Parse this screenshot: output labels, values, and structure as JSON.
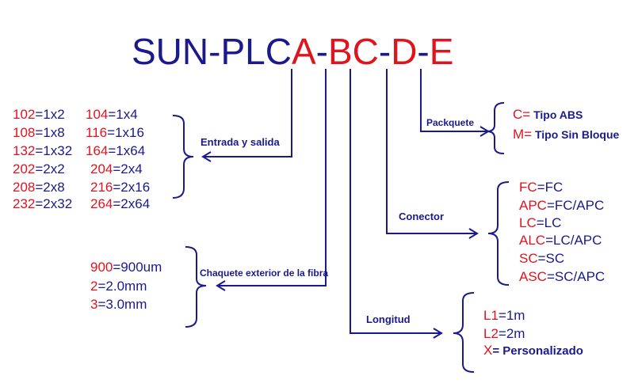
{
  "code": {
    "prefix": "SUN-PLC",
    "a": "A",
    "d1": "-",
    "bc": "BC",
    "d2": "-",
    "d": "D",
    "d3": "-",
    "e": "E"
  },
  "colors": {
    "navy": "#1a1a8c",
    "red": "#e0141e"
  },
  "labels": {
    "entrada": "Entrada y salida",
    "chaqueta": "Chaquete exterior de la fibra",
    "longitud": "Longitud",
    "conector": "Conector",
    "packquete": "Packquete"
  },
  "entrada_options": [
    {
      "code": "102",
      "value": "=1x2"
    },
    {
      "code": "104",
      "value": "=1x4"
    },
    {
      "code": "108",
      "value": "=1x8"
    },
    {
      "code": "116",
      "value": "=1x16"
    },
    {
      "code": "132",
      "value": "=1x32"
    },
    {
      "code": "164",
      "value": "=1x64"
    },
    {
      "code": "202",
      "value": "=2x2"
    },
    {
      "code": "204",
      "value": "=2x4"
    },
    {
      "code": "208",
      "value": "=2x8"
    },
    {
      "code": "216",
      "value": "=2x16"
    },
    {
      "code": "232",
      "value": "=2x32"
    },
    {
      "code": "264",
      "value": "=2x64"
    }
  ],
  "chaqueta_options": [
    {
      "code": "900",
      "value": "=900um"
    },
    {
      "code": "2",
      "value": "=2.0mm"
    },
    {
      "code": "3",
      "value": "=3.0mm"
    }
  ],
  "longitud_options": [
    {
      "code": "L1",
      "value": "=1m"
    },
    {
      "code": "L2",
      "value": "=2m"
    },
    {
      "code": "X",
      "value": "= Personalizado"
    }
  ],
  "conector_options": [
    {
      "code": "FC",
      "value": "=FC"
    },
    {
      "code": "APC",
      "value": "=FC/APC"
    },
    {
      "code": "LC",
      "value": "=LC"
    },
    {
      "code": "ALC",
      "value": "=LC/APC"
    },
    {
      "code": "SC",
      "value": "=SC"
    },
    {
      "code": "ASC",
      "value": "=SC/APC"
    }
  ],
  "packquete_options": [
    {
      "code": "C=",
      "value": " Tipo ABS"
    },
    {
      "code": "M=",
      "value": " Tipo Sin Bloque"
    }
  ]
}
